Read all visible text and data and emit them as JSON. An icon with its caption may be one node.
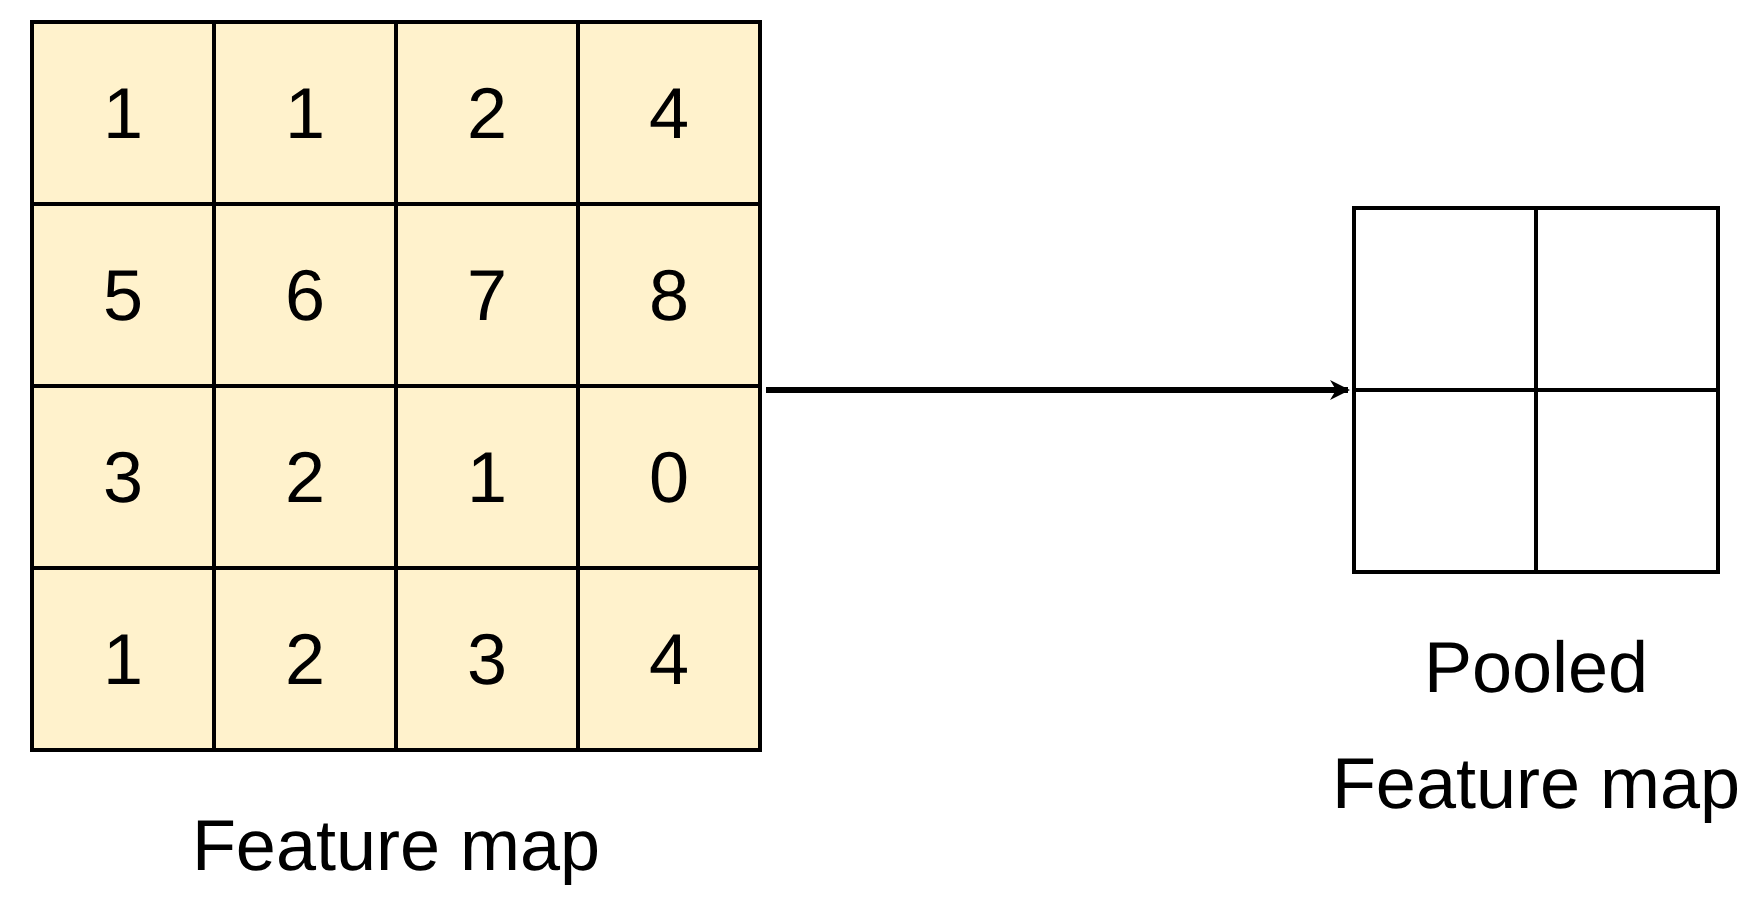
{
  "diagram": {
    "nodes": [
      {
        "text": [
          "Feature map"
        ]
      },
      {
        "text": [
          "1"
        ],
        "in": 0
      },
      {
        "text": [
          "1"
        ],
        "in": 0
      },
      {
        "text": [
          "2"
        ],
        "in": 0
      },
      {
        "text": [
          "4"
        ],
        "in": 0
      },
      {
        "text": [
          "5"
        ],
        "in": 0
      },
      {
        "text": [
          "6"
        ],
        "in": 0
      },
      {
        "text": [
          "7"
        ],
        "in": 0
      },
      {
        "text": [
          "8"
        ],
        "in": 0
      },
      {
        "text": [
          "3"
        ],
        "in": 0
      },
      {
        "text": [
          "2"
        ],
        "in": 0
      },
      {
        "text": [
          "1"
        ],
        "in": 0
      },
      {
        "text": [
          "0"
        ],
        "in": 0
      },
      {
        "text": [
          "1"
        ],
        "in": 0
      },
      {
        "text": [
          "2"
        ],
        "in": 0
      },
      {
        "text": [
          "3"
        ],
        "in": 0
      },
      {
        "text": [
          "4"
        ],
        "in": 0
      },
      {
        "text": [
          "Pooled Feature map"
        ]
      },
      {
        "text": [],
        "shape": "box",
        "in": 17
      },
      {
        "text": [],
        "shape": "box",
        "in": 17
      },
      {
        "text": [],
        "shape": "box",
        "in": 17
      },
      {
        "text": [],
        "shape": "box",
        "in": 17
      }
    ],
    "edges": [
      {
        "from": 0,
        "to": 17,
        "arrow": "to"
      }
    ]
  }
}
